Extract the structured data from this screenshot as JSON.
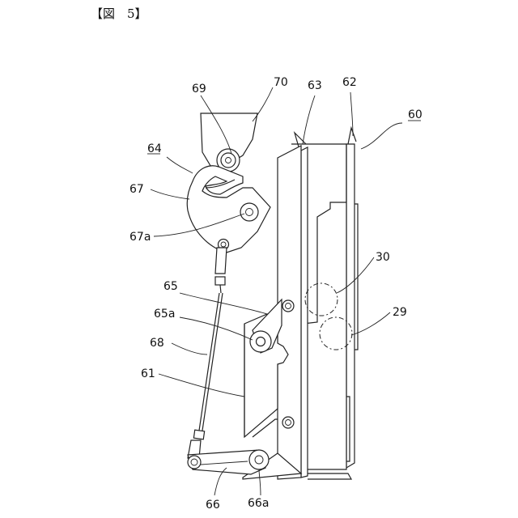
{
  "caption": "【図　5】",
  "labels": {
    "l60": "60",
    "l62": "62",
    "l63": "63",
    "l70": "70",
    "l69": "69",
    "l64": "64",
    "l67": "67",
    "l67a": "67a",
    "l65": "65",
    "l65a": "65a",
    "l68": "68",
    "l61": "61",
    "l30": "30",
    "l29": "29",
    "l66": "66",
    "l66a": "66a"
  }
}
